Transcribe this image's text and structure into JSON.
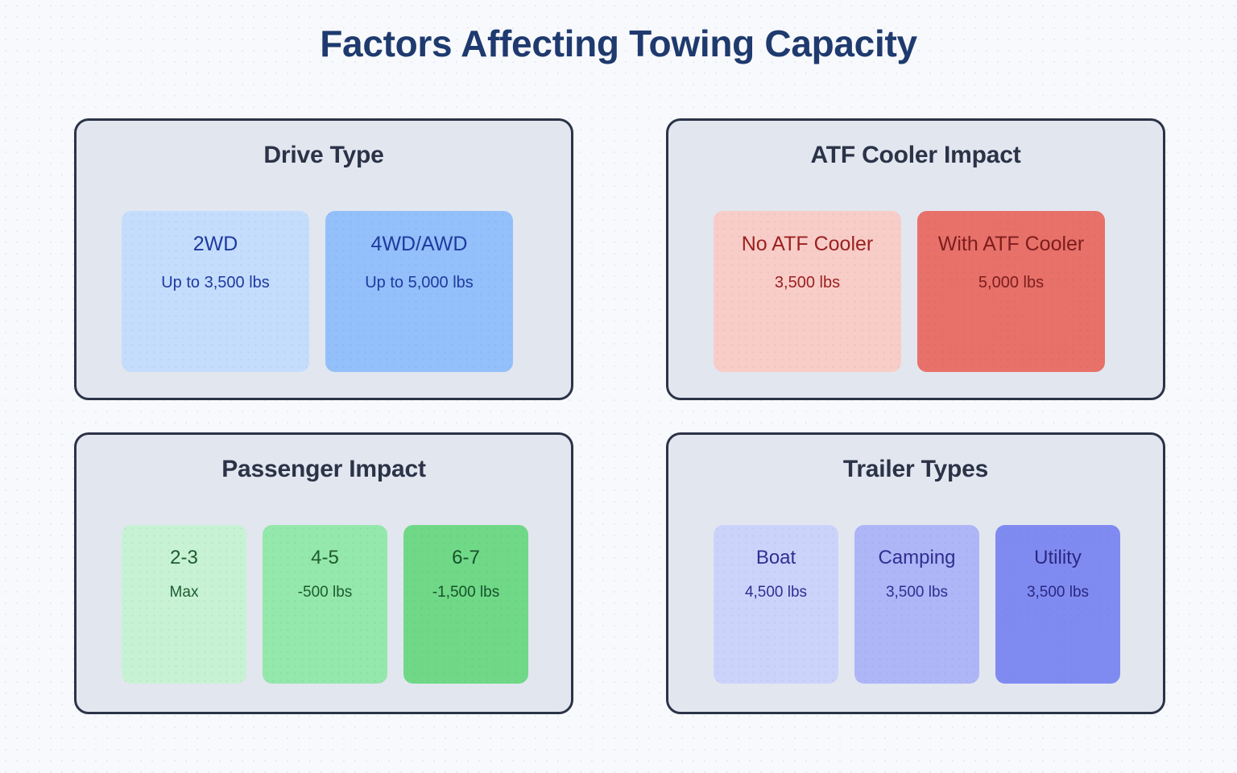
{
  "title": "Factors Affecting Towing Capacity",
  "theme": {
    "page_background": "#f8f9fc",
    "panel_background": "#e2e6ef",
    "panel_border": "#2b3347",
    "title_color": "#1e3a6e",
    "panel_title_color": "#2b3347"
  },
  "panels": [
    {
      "id": "drive-type",
      "title": "Drive Type",
      "card_shape": "wide",
      "cards": [
        {
          "label": "2WD",
          "value": "Up to 3,500 lbs",
          "fill": "#c5ddfc",
          "text": "#1e3a9e"
        },
        {
          "label": "4WD/AWD",
          "value": "Up to 5,000 lbs",
          "fill": "#93c0fa",
          "text": "#1e3a9e"
        }
      ]
    },
    {
      "id": "atf-cooler-impact",
      "title": "ATF Cooler Impact",
      "card_shape": "wide",
      "cards": [
        {
          "label": "No ATF Cooler",
          "value": "3,500 lbs",
          "fill": "#f8cdc8",
          "text": "#9c2020"
        },
        {
          "label": "With ATF Cooler",
          "value": "5,000 lbs",
          "fill": "#e8716a",
          "text": "#7d1d1d"
        }
      ]
    },
    {
      "id": "passenger-impact",
      "title": "Passenger Impact",
      "card_shape": "slim",
      "cards": [
        {
          "label": "2-3",
          "value": "Max",
          "fill": "#c8f2d4",
          "text": "#1d5c30"
        },
        {
          "label": "4-5",
          "value": "-500 lbs",
          "fill": "#94e8ab",
          "text": "#1d5c30"
        },
        {
          "label": "6-7",
          "value": "-1,500 lbs",
          "fill": "#6fd987",
          "text": "#17512a"
        }
      ]
    },
    {
      "id": "trailer-types",
      "title": "Trailer Types",
      "card_shape": "slim",
      "cards": [
        {
          "label": "Boat",
          "value": "4,500 lbs",
          "fill": "#ccd3fb",
          "text": "#312e91"
        },
        {
          "label": "Camping",
          "value": "3,500 lbs",
          "fill": "#aeb6f7",
          "text": "#312e91"
        },
        {
          "label": "Utility",
          "value": "3,500 lbs",
          "fill": "#808bf2",
          "text": "#2b2880"
        }
      ]
    }
  ]
}
